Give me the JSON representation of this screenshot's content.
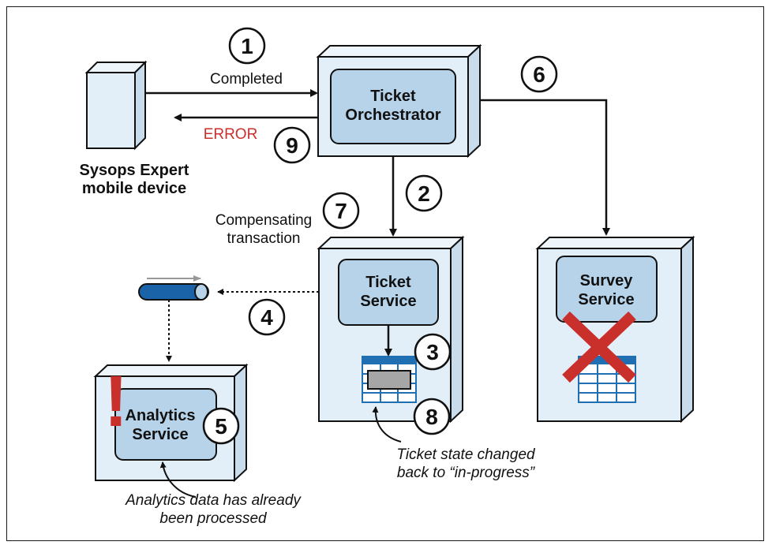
{
  "device": {
    "label_line1": "Sysops Expert",
    "label_line2": "mobile device"
  },
  "orchestrator": {
    "line1": "Ticket",
    "line2": "Orchestrator"
  },
  "ticket_service": {
    "line1": "Ticket",
    "line2": "Service"
  },
  "survey_service": {
    "line1": "Survey",
    "line2": "Service"
  },
  "analytics_service": {
    "line1": "Analytics",
    "line2": "Service"
  },
  "messages": {
    "completed": "Completed",
    "error": "ERROR",
    "compensating_line1": "Compensating",
    "compensating_line2": "transaction"
  },
  "steps": [
    "1",
    "2",
    "3",
    "4",
    "5",
    "6",
    "7",
    "8",
    "9"
  ],
  "notes": {
    "ticket_state_line1": "Ticket state changed",
    "ticket_state_line2": "back to “in-progress”",
    "analytics_line1": "Analytics data has already",
    "analytics_line2": "been processed"
  },
  "alert": {
    "exclamation": "!"
  },
  "colors": {
    "box_fill": "#e3eff8",
    "inner_fill": "#b7d3ea",
    "error_red": "#c9302c",
    "table_blue": "#1f6fb2",
    "queue_blue": "#1a63a8"
  },
  "icons": [
    "mobile-device-icon",
    "queue-icon",
    "database-table-icon",
    "red-x-icon",
    "exclamation-icon"
  ]
}
